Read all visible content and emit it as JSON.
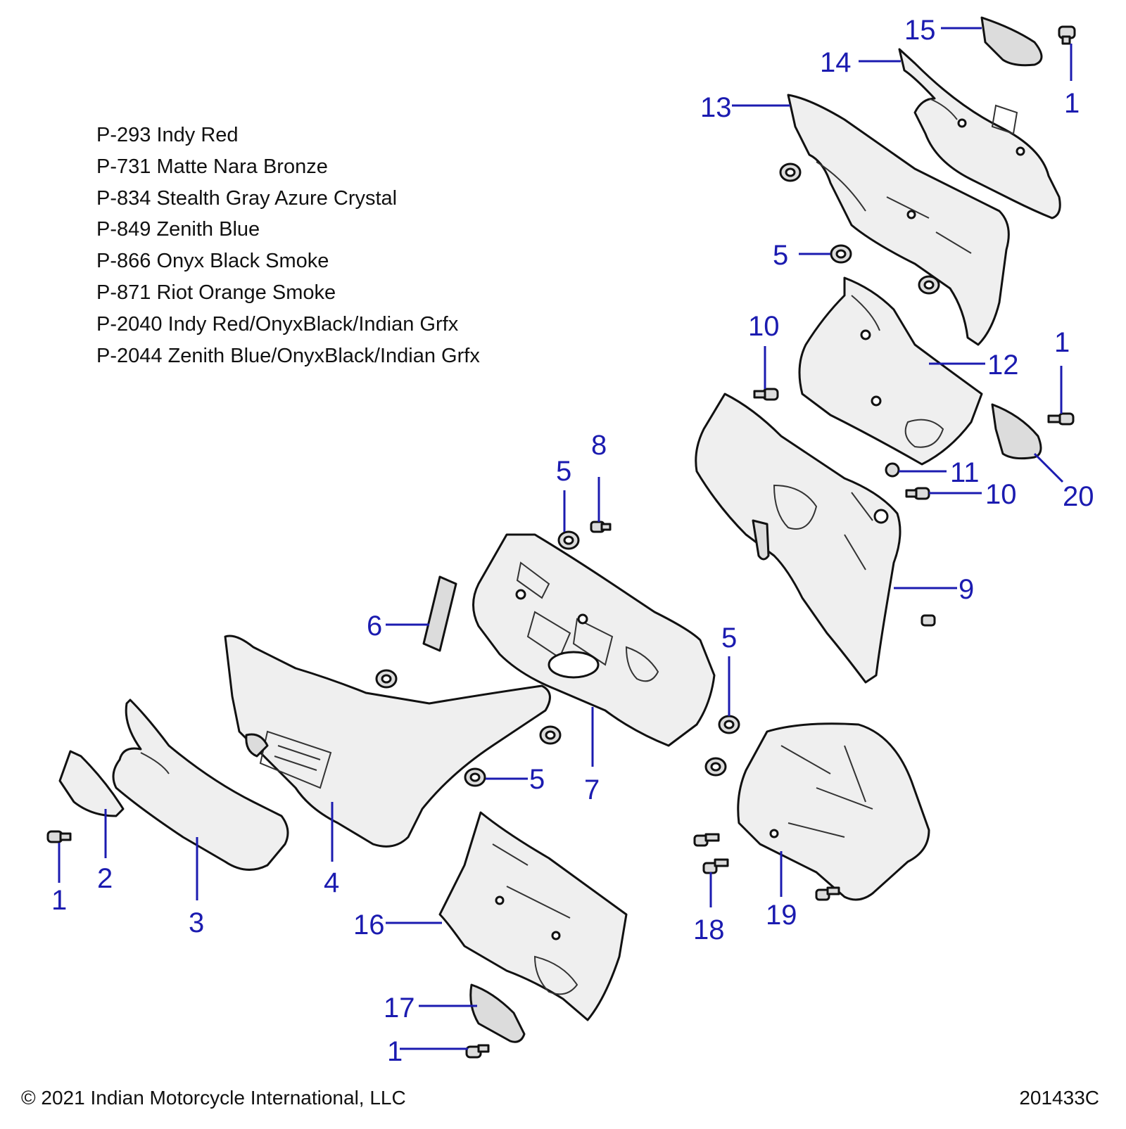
{
  "legend": [
    "P-293 Indy Red",
    "P-731 Matte Nara Bronze",
    "P-834 Stealth Gray Azure Crystal",
    "P-849 Zenith Blue",
    "P-866 Onyx Black Smoke",
    "P-871 Riot Orange Smoke",
    "P-2040 Indy Red/OnyxBlack/Indian Grfx",
    "P-2044 Zenith Blue/OnyxBlack/Indian Grfx"
  ],
  "footer": {
    "copyright": "© 2021 Indian Motorcycle International, LLC",
    "drawing_number": "201433C"
  },
  "callouts": {
    "c15": "15",
    "c14": "14",
    "c1a": "1",
    "c13": "13",
    "c5a": "5",
    "c10a": "10",
    "c12": "12",
    "c1b": "1",
    "c11": "11",
    "c10b": "10",
    "c20": "20",
    "c5b": "5",
    "c8": "8",
    "c9": "9",
    "c6": "6",
    "c5c": "5",
    "c7": "7",
    "c5d": "5",
    "c1c": "1",
    "c2": "2",
    "c3": "3",
    "c4": "4",
    "c16": "16",
    "c18": "18",
    "c19": "19",
    "c17": "17",
    "c1d": "1"
  },
  "colors": {
    "callout": "#1b1bb0",
    "outline": "#111111",
    "fill": "#efefef"
  }
}
